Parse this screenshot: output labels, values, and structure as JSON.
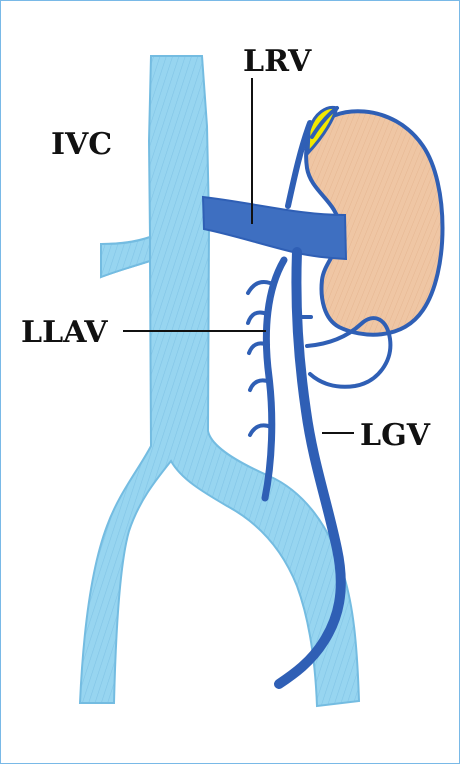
{
  "labels": {
    "ivc": "IVC",
    "lrv": "LRV",
    "llav": "LLAV",
    "lgv": "LGV"
  },
  "colors": {
    "ivc": "#7dc8e8",
    "dark_vein": "#2f5fb5",
    "dark_vein_edge": "#1f4fa6",
    "kidney_fill": "#efc6a4",
    "kidney_edge": "#2f5fb5",
    "adrenal": "#f2e900",
    "frame": "#79b9e7"
  }
}
